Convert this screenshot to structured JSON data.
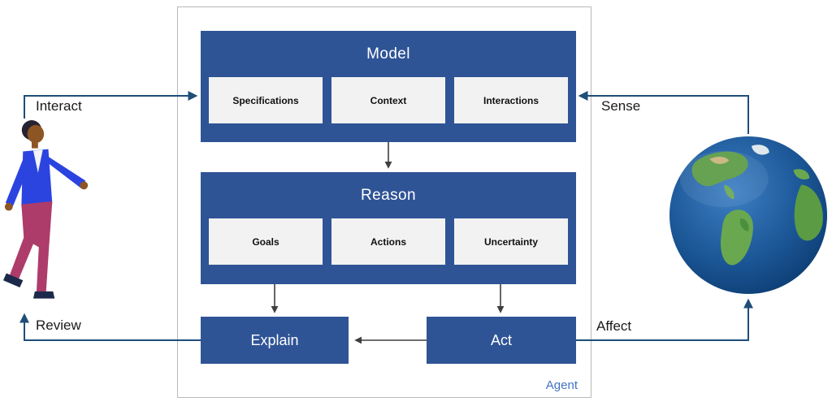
{
  "colors": {
    "box_blue": "#2F5496",
    "subbox_bg": "#F2F2F2",
    "agent_label": "#4472C4",
    "outer_arrow": "#1F4E79",
    "inner_arrow": "#3F3F3F"
  },
  "agent": {
    "label": "Agent"
  },
  "model": {
    "title": "Model",
    "items": [
      "Specifications",
      "Context",
      "Interactions"
    ]
  },
  "reason": {
    "title": "Reason",
    "items": [
      "Goals",
      "Actions",
      "Uncertainty"
    ]
  },
  "explain": {
    "label": "Explain"
  },
  "act": {
    "label": "Act"
  },
  "edges": {
    "interact": "Interact",
    "review": "Review",
    "sense": "Sense",
    "affect": "Affect"
  },
  "illustrations": {
    "person": "person-figure",
    "globe": "earth-globe"
  }
}
